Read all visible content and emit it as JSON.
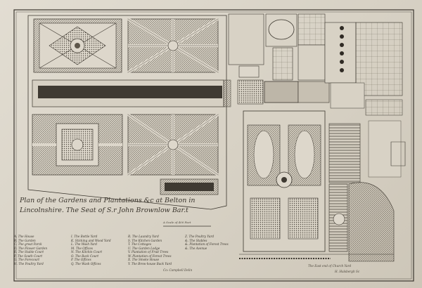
{
  "title": {
    "line1": "Plan of the Gardens and Plantations &c at Belton in",
    "line2": "Lincolnshire. The Seat of S.r John Brownlow Bar.t"
  },
  "scale_label": "A Scale of 400 Feet",
  "legend": [
    [
      "A. The House",
      "B. The Garden",
      "C. The great Parck",
      "D. The Flower Garden",
      "E. The Stable Court",
      "F. The South Court",
      "G. The Forecourt",
      "H. The Poultry Yard"
    ],
    [
      "I. The Bottle Yard",
      "K. Sticking and Wood Yard",
      "L. The Wash Yard",
      "M. The Offices",
      "N. The Kitchin Court",
      "O. The Back Court",
      "P. The Offices",
      "Q. The Wash Offices"
    ],
    [
      "R. The Laundry Yard",
      "S. The Kitchen Garden",
      "T. The Cottages",
      "U. The Garden Lodge",
      "V. Plantation of Fruit Trees",
      "W. Plantation of Forest Trees",
      "X. The Smoke House",
      "Y. The Brew-house Back Yard"
    ],
    [
      "Z. The Poultry Yard",
      "&. The Stables",
      "&. Plantation of Forest Trees",
      "&. The Avenue"
    ]
  ],
  "credits": {
    "designer": "Co: Campbell Delin",
    "view": "The East end of Church Yard",
    "engraver": "H. Hulsbergh Sc"
  }
}
